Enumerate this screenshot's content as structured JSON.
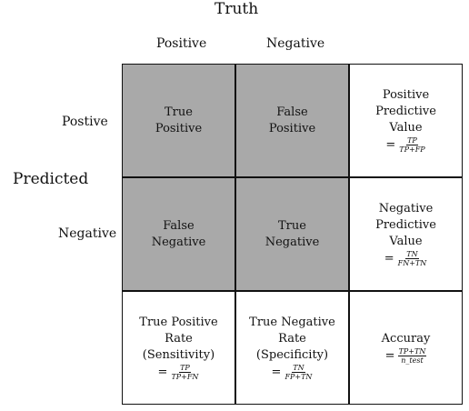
{
  "title": "Truth",
  "columns": [
    "Positive",
    "Negative"
  ],
  "row_axis_label": "Predicted",
  "rows": [
    "Postive",
    "Negative"
  ],
  "cells": {
    "tp": {
      "line1": "True",
      "line2": "Positive"
    },
    "fp": {
      "line1": "False",
      "line2": "Positive"
    },
    "fn": {
      "line1": "False",
      "line2": "Negative"
    },
    "tn": {
      "line1": "True",
      "line2": "Negative"
    }
  },
  "metrics": {
    "ppv": {
      "line1": "Positive Predictive",
      "line2": "Value",
      "eq": "=",
      "num": "TP",
      "den": "TP+FP"
    },
    "npv": {
      "line1": "Negative",
      "line2": "Predictive",
      "line3": "Value",
      "eq": "=",
      "num": "TN",
      "den": "FN+TN"
    },
    "tpr": {
      "line1": "True Positive",
      "line2": "Rate",
      "line3": "(Sensitivity)",
      "eq": "=",
      "num": "TP",
      "den": "TP+FN"
    },
    "tnr": {
      "line1": "True Negative",
      "line2": "Rate",
      "line3": "(Specificity)",
      "eq": "=",
      "num": "TN",
      "den": "FP+TN"
    },
    "acc": {
      "line1": "Accuray",
      "eq": "=",
      "num": "TP+TN",
      "den": "n_test"
    }
  },
  "colors": {
    "confusion_fill": "#a9a9a9",
    "border": "#111111"
  }
}
